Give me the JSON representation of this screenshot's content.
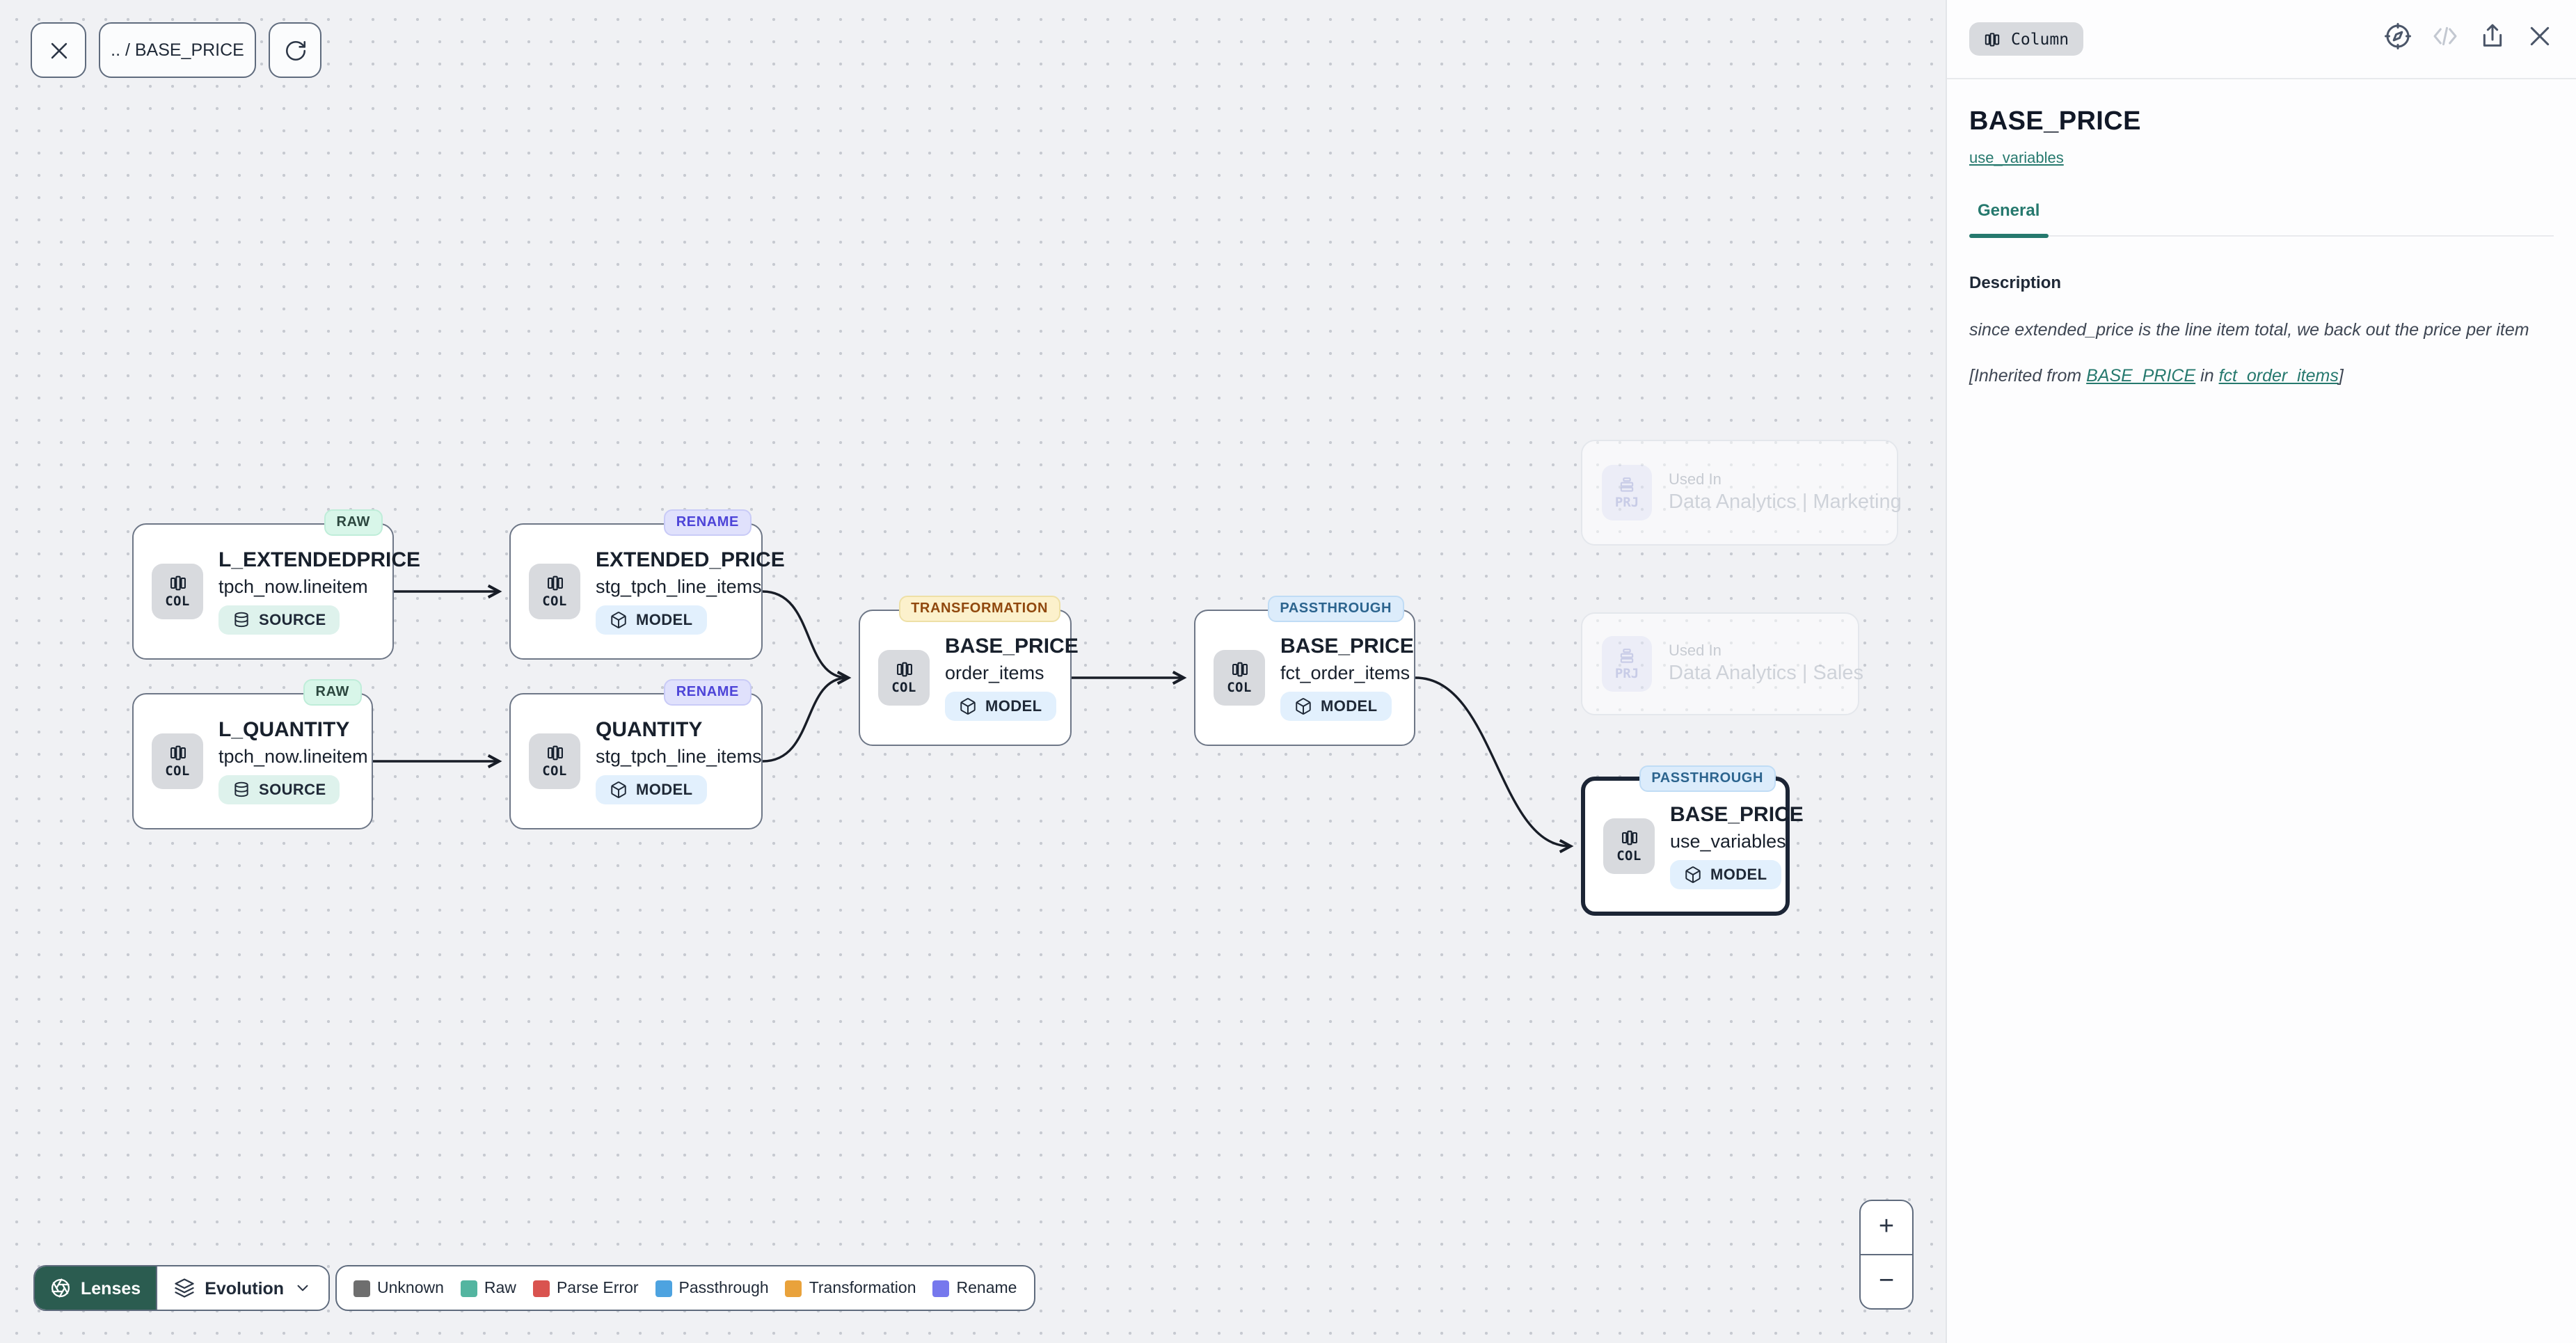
{
  "toolbar": {
    "breadcrumb": ".. / BASE_PRICE"
  },
  "canvas": {
    "nodes": [
      {
        "status": "RAW",
        "chip": "COL",
        "title": "L_EXTENDEDPRICE",
        "subtitle": "tpch_now.lineitem",
        "type": "SOURCE"
      },
      {
        "status": "RENAME",
        "chip": "COL",
        "title": "EXTENDED_PRICE",
        "subtitle": "stg_tpch_line_items",
        "type": "MODEL"
      },
      {
        "status": "RAW",
        "chip": "COL",
        "title": "L_QUANTITY",
        "subtitle": "tpch_now.lineitem",
        "type": "SOURCE"
      },
      {
        "status": "RENAME",
        "chip": "COL",
        "title": "QUANTITY",
        "subtitle": "stg_tpch_line_items",
        "type": "MODEL"
      },
      {
        "status": "TRANSFORMATION",
        "chip": "COL",
        "title": "BASE_PRICE",
        "subtitle": "order_items",
        "type": "MODEL"
      },
      {
        "status": "PASSTHROUGH",
        "chip": "COL",
        "title": "BASE_PRICE",
        "subtitle": "fct_order_items",
        "type": "MODEL"
      },
      {
        "status": "PASSTHROUGH",
        "chip": "COL",
        "title": "BASE_PRICE",
        "subtitle": "use_variables",
        "type": "MODEL",
        "selected": true
      }
    ],
    "ghost_nodes": [
      {
        "chip": "PRJ",
        "label": "Used In",
        "title": "Data Analytics | Marketing"
      },
      {
        "chip": "PRJ",
        "label": "Used In",
        "title": "Data Analytics | Sales"
      }
    ]
  },
  "footer": {
    "lenses_label": "Lenses",
    "lens_selected": "Evolution",
    "legend": [
      {
        "label": "Unknown",
        "color": "#6e6e6e"
      },
      {
        "label": "Raw",
        "color": "#53b5a0"
      },
      {
        "label": "Parse Error",
        "color": "#d9534f"
      },
      {
        "label": "Passthrough",
        "color": "#4da3e0"
      },
      {
        "label": "Transformation",
        "color": "#e9a23b"
      },
      {
        "label": "Rename",
        "color": "#7678ed"
      }
    ]
  },
  "zoom_controls": {
    "zoom_in": "+",
    "zoom_out": "−"
  },
  "panel": {
    "chip": "Column",
    "title": "BASE_PRICE",
    "subtitle_link": "use_variables",
    "tab": "General",
    "section_heading": "Description",
    "description": "since extended_price is the line item total, we back out the price per item",
    "inherited": {
      "prefix": "[Inherited from ",
      "link1": "BASE_PRICE",
      "middle": " in ",
      "link2": "fct_order_items",
      "suffix": "]"
    }
  },
  "colors": {
    "accent_teal": "#26796e",
    "lenses_green": "#2b5c50"
  }
}
